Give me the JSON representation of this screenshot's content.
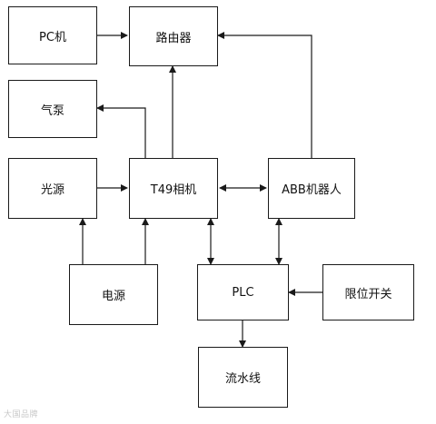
{
  "diagram": {
    "nodes": {
      "pc": "PC机",
      "router": "路由器",
      "air_pump": "气泵",
      "light_source": "光源",
      "camera": "T49相机",
      "robot": "ABB机器人",
      "power": "电源",
      "plc": "PLC",
      "limit_switch": "限位开关",
      "conveyor": "流水线"
    },
    "colors": {
      "line": "#1a1a1a",
      "border": "#1a1a1a",
      "background": "#ffffff"
    }
  },
  "watermark": "大国品牌"
}
